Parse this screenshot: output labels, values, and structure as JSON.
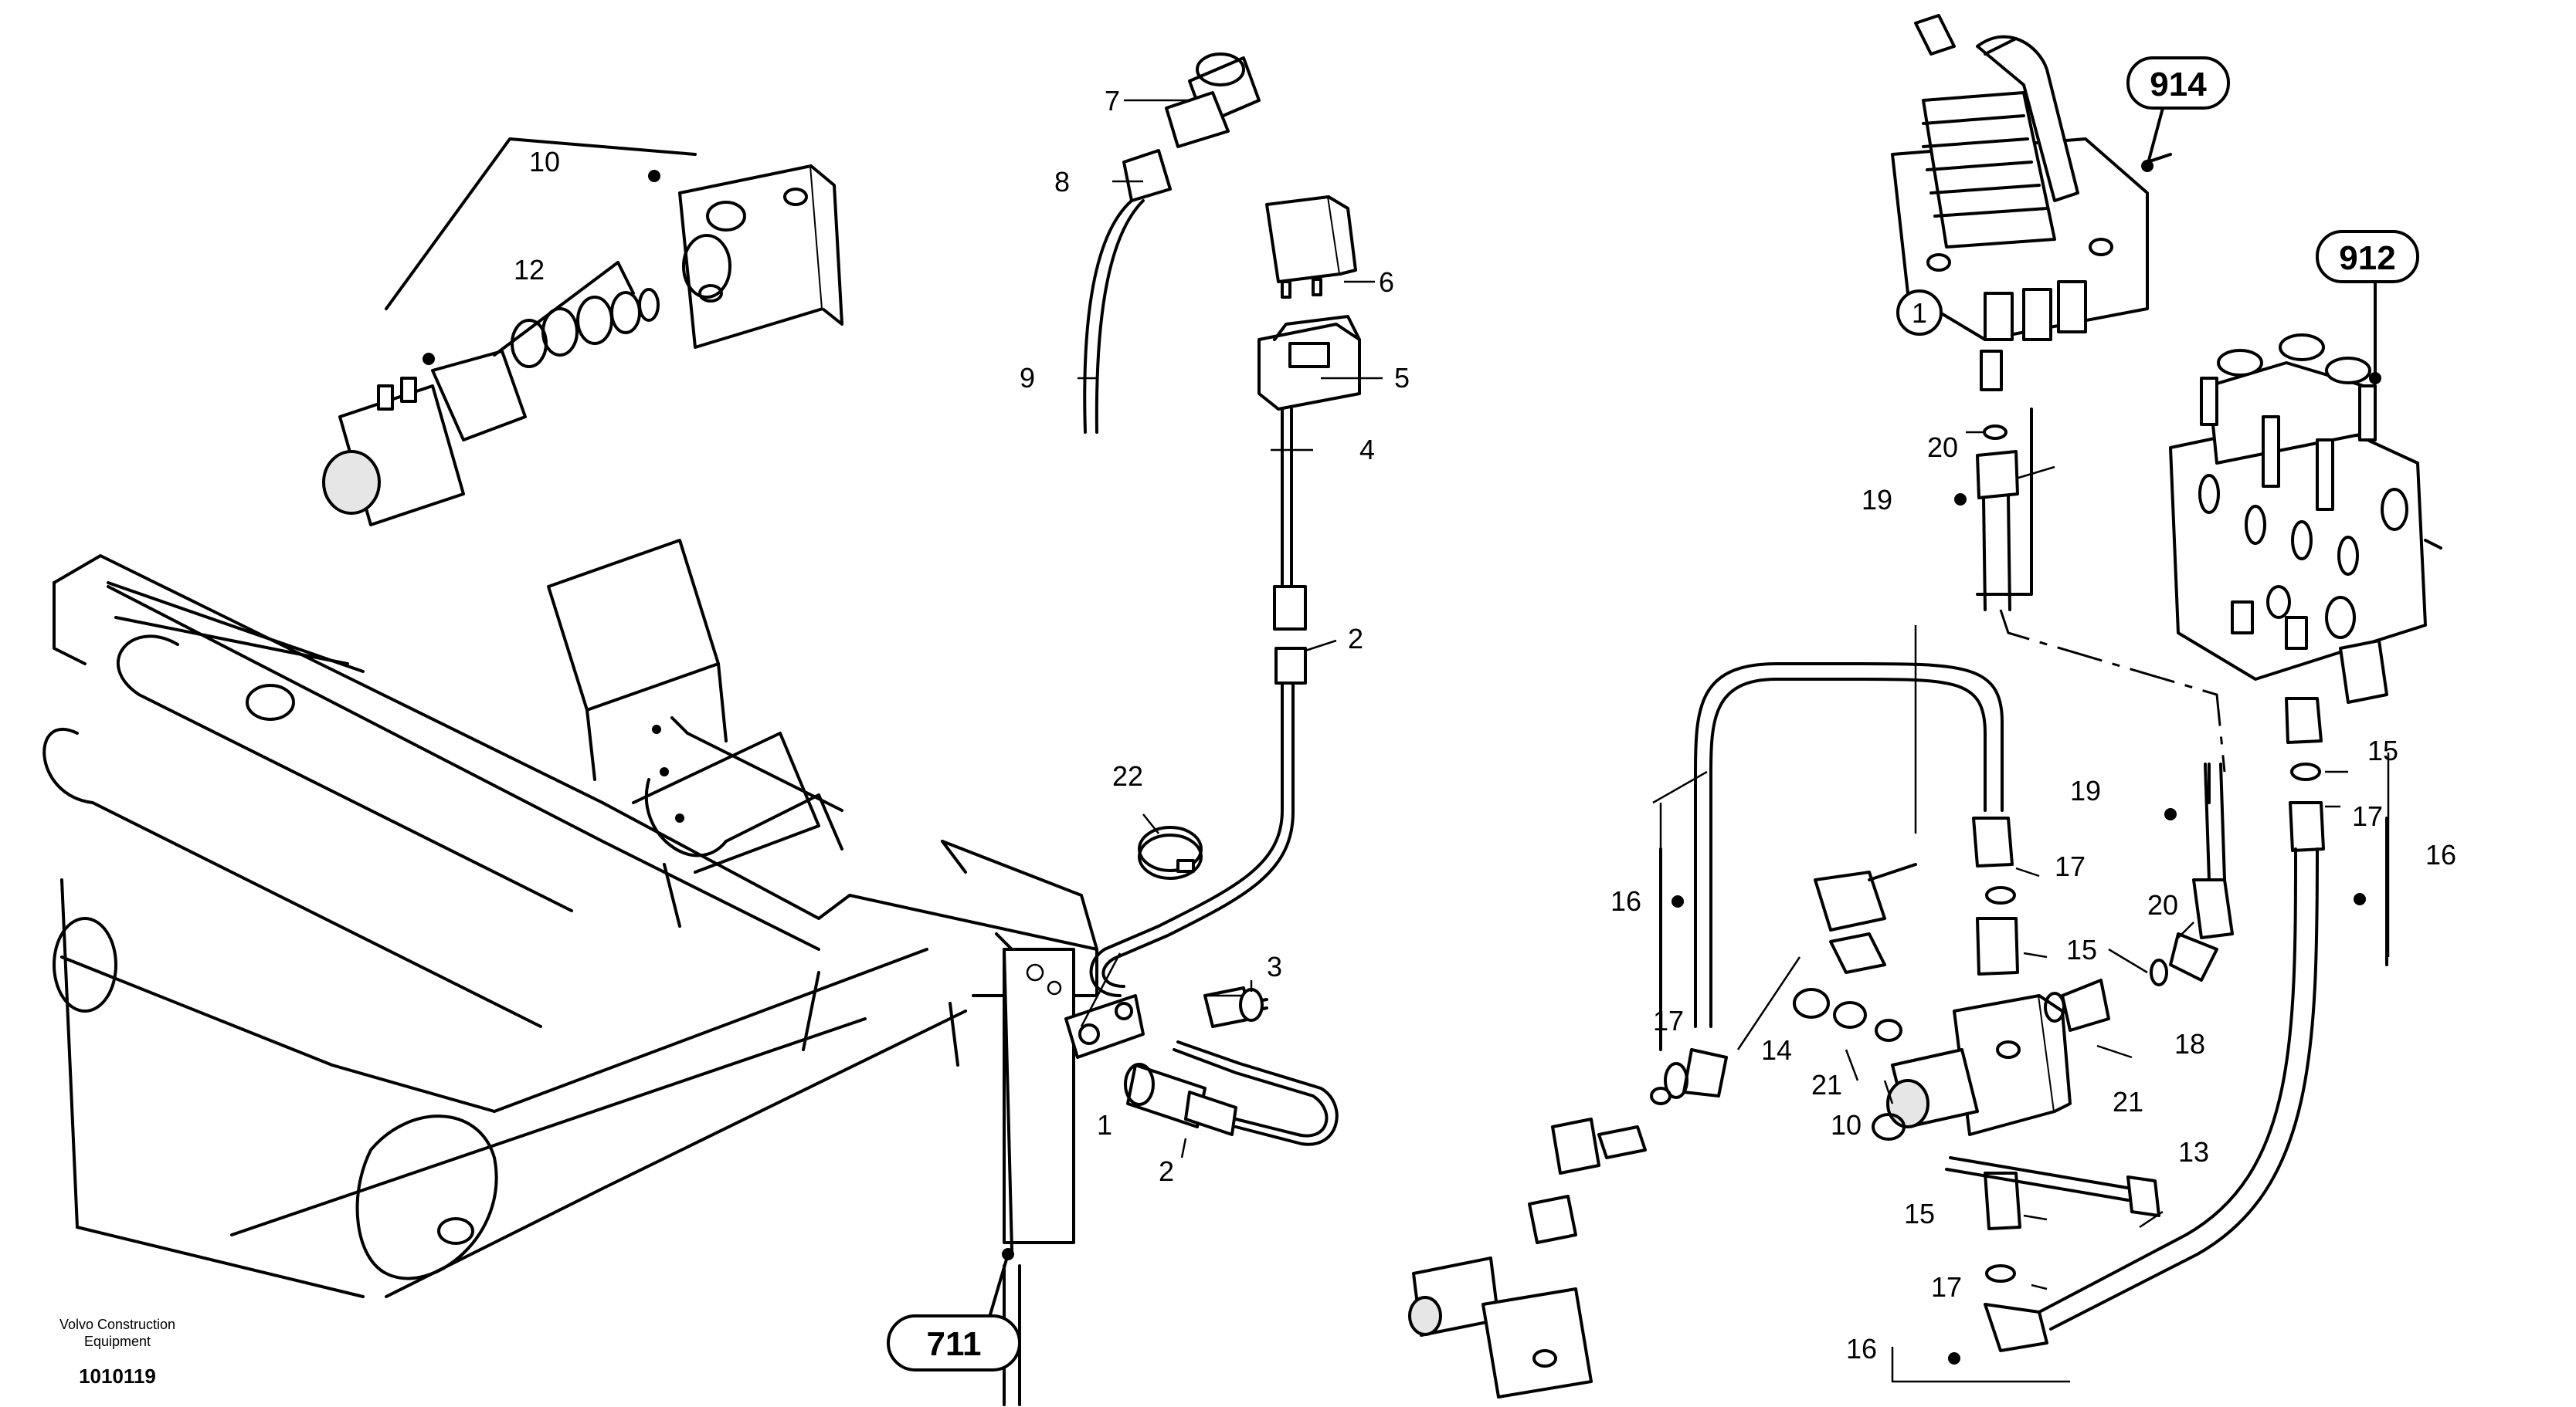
{
  "labels": {
    "l1": "1",
    "l2a": "2",
    "l2b": "2",
    "l3": "3",
    "l4": "4",
    "l5": "5",
    "l6": "6",
    "l7": "7",
    "l8": "8",
    "l9": "9",
    "l10a": "10",
    "l10b": "10",
    "l12": "12",
    "l13": "13",
    "l14": "14",
    "l15a": "15",
    "l15b": "15",
    "l15c": "15",
    "l16a": "16",
    "l16b": "16",
    "l16c": "16",
    "l17a": "17",
    "l17b": "17",
    "l17c": "17",
    "l17d": "17",
    "l18": "18",
    "l19a": "19",
    "l19b": "19",
    "l20a": "20",
    "l20b": "20",
    "l21a": "21",
    "l21b": "21",
    "l22": "22",
    "circled_1": "1"
  },
  "references": {
    "r914": "914",
    "r912": "912",
    "r711": "711"
  },
  "footer": {
    "maker_line1": "Volvo Construction",
    "maker_line2": "Equipment",
    "code": "1010119"
  }
}
